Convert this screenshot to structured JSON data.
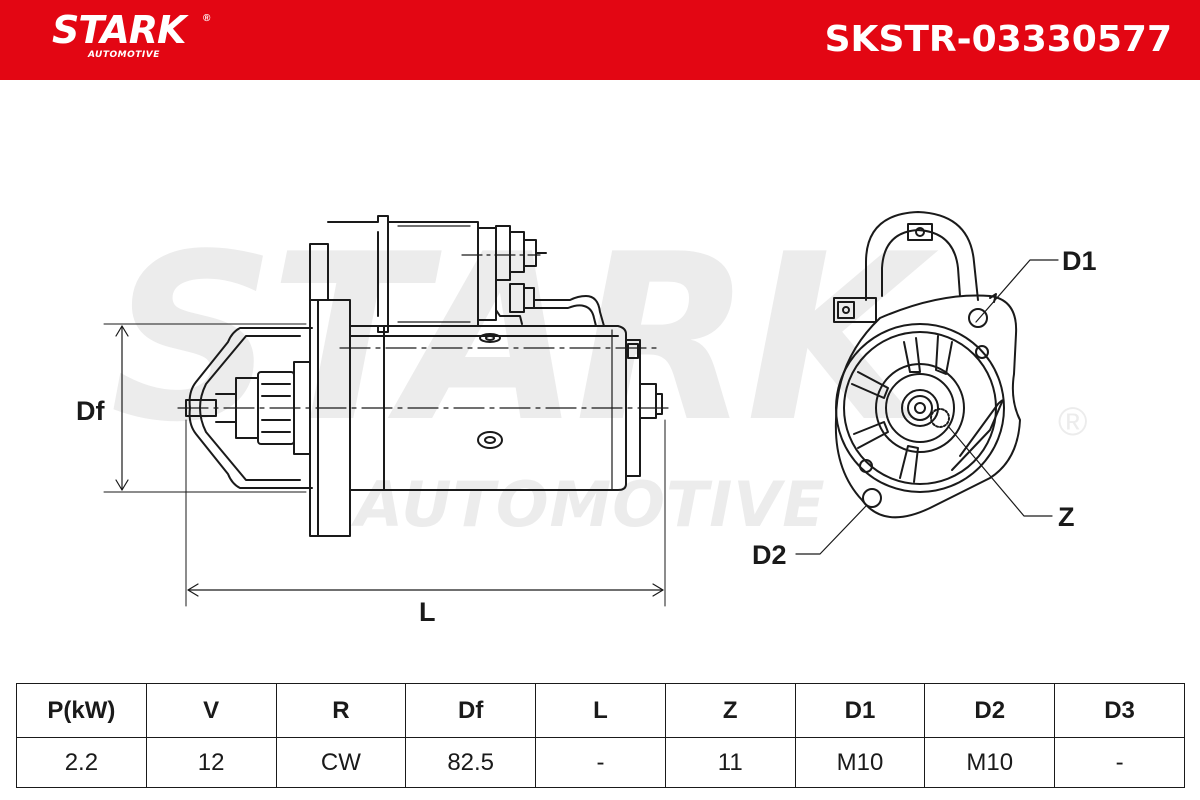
{
  "header": {
    "brand_name": "STARK",
    "brand_registered": "®",
    "brand_sub": "AUTOMOTIVE",
    "part_number": "SKSTR-03330577"
  },
  "watermark": {
    "main": "STARK",
    "sub": "AUTOMOTIVE",
    "registered": "®"
  },
  "drawing": {
    "labels": {
      "df": "Df",
      "l": "L",
      "d1": "D1",
      "d2": "D2",
      "z": "Z"
    }
  },
  "specs": {
    "headers": [
      "P(kW)",
      "V",
      "R",
      "Df",
      "L",
      "Z",
      "D1",
      "D2",
      "D3"
    ],
    "values": [
      "2.2",
      "12",
      "CW",
      "82.5",
      "-",
      "11",
      "M10",
      "M10",
      "-"
    ]
  },
  "colors": {
    "brand_red": "#e30613",
    "line": "#1a1a1a",
    "watermark": "#ececec"
  }
}
